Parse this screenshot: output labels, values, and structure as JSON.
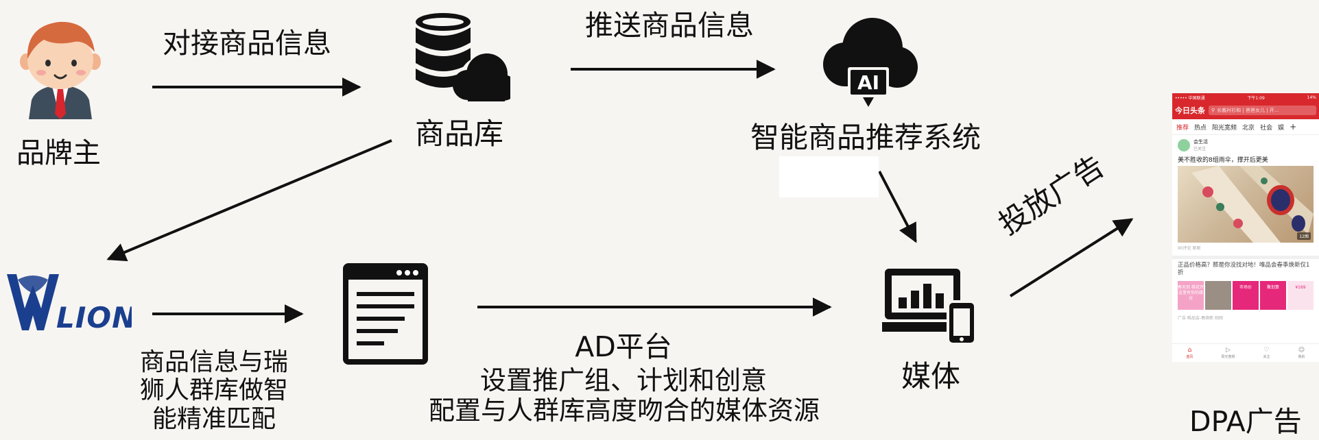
{
  "nodes": {
    "brand_owner": {
      "label": "品牌主"
    },
    "product_db": {
      "label": "商品库"
    },
    "ai_system": {
      "label": "智能商品推荐系统",
      "icon_text": "AI"
    },
    "wlion": {
      "logo_text": "WLION"
    },
    "ad_platform": {
      "title": "AD平台",
      "line1": "设置推广组、计划和创意",
      "line2": "配置与人群库高度吻合的媒体资源"
    },
    "media": {
      "label": "媒体"
    },
    "dpa": {
      "label": "DPA广告"
    }
  },
  "edges": {
    "connect_info": "对接商品信息",
    "push_info": "推送商品信息",
    "deliver_ad": "投放广告",
    "match": {
      "line1": "商品信息与瑞",
      "line2": "狮人群库做智",
      "line3": "能精准匹配"
    }
  },
  "phone": {
    "status_left": "••••• 中国联通",
    "status_time": "下午1:09",
    "status_right": "14%",
    "app_logo": "今日头条",
    "search_placeholder": "长裁衬衫和 | 爸爸女儿 | 开...",
    "tabs": [
      "推荐",
      "热点",
      "阳光宽频",
      "北京",
      "社会",
      "娱"
    ],
    "plus": "+",
    "author": "会生活",
    "author_meta": "已关注",
    "headline": "美不胜收的8组雨伞，撑开后更美",
    "image_count": "12图",
    "post_meta": "90评论  刚刚",
    "ad_text": "正品价格高？那是你没找对地！唯品会春季焕新仅1折",
    "ad_tags": [
      "春天到 桃花开 这里有你的缘分",
      "",
      "市场价",
      "聚划算",
      "¥169"
    ],
    "ad_meta": "广告  唯品会-春焕新  刚刚",
    "nav": [
      "首页",
      "阳光宽频",
      "关注",
      "我的"
    ]
  },
  "colors": {
    "background": "#f7f5f2",
    "ink": "#111111",
    "brand_red": "#d8282d",
    "wlion_blue": "#1b3f8f"
  }
}
